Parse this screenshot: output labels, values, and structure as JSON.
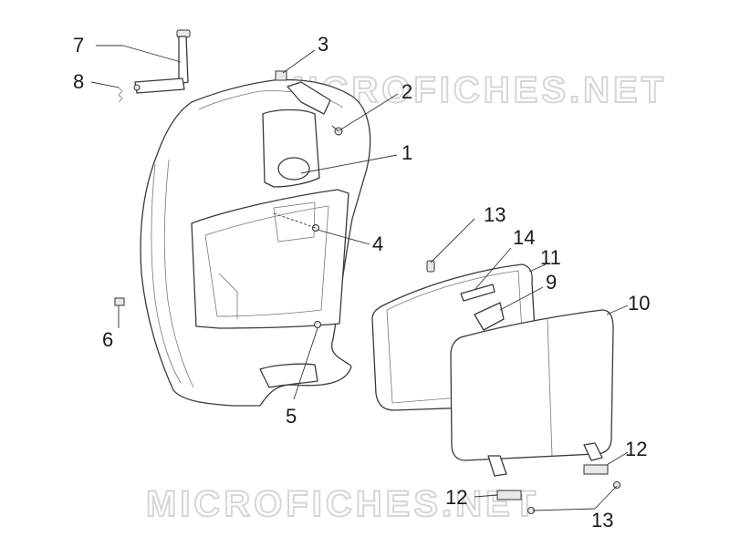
{
  "watermark": "MICROFICHES.NET",
  "callouts": [
    {
      "id": "callout-7",
      "label": "7"
    },
    {
      "id": "callout-8",
      "label": "8"
    },
    {
      "id": "callout-3",
      "label": "3"
    },
    {
      "id": "callout-2",
      "label": "2"
    },
    {
      "id": "callout-1",
      "label": "1"
    },
    {
      "id": "callout-4",
      "label": "4"
    },
    {
      "id": "callout-6",
      "label": "6"
    },
    {
      "id": "callout-5",
      "label": "5"
    },
    {
      "id": "callout-13-top",
      "label": "13"
    },
    {
      "id": "callout-14",
      "label": "14"
    },
    {
      "id": "callout-11",
      "label": "11"
    },
    {
      "id": "callout-9",
      "label": "9"
    },
    {
      "id": "callout-10",
      "label": "10"
    },
    {
      "id": "callout-12-right",
      "label": "12"
    },
    {
      "id": "callout-12-left",
      "label": "12"
    },
    {
      "id": "callout-13-bottom",
      "label": "13"
    }
  ]
}
